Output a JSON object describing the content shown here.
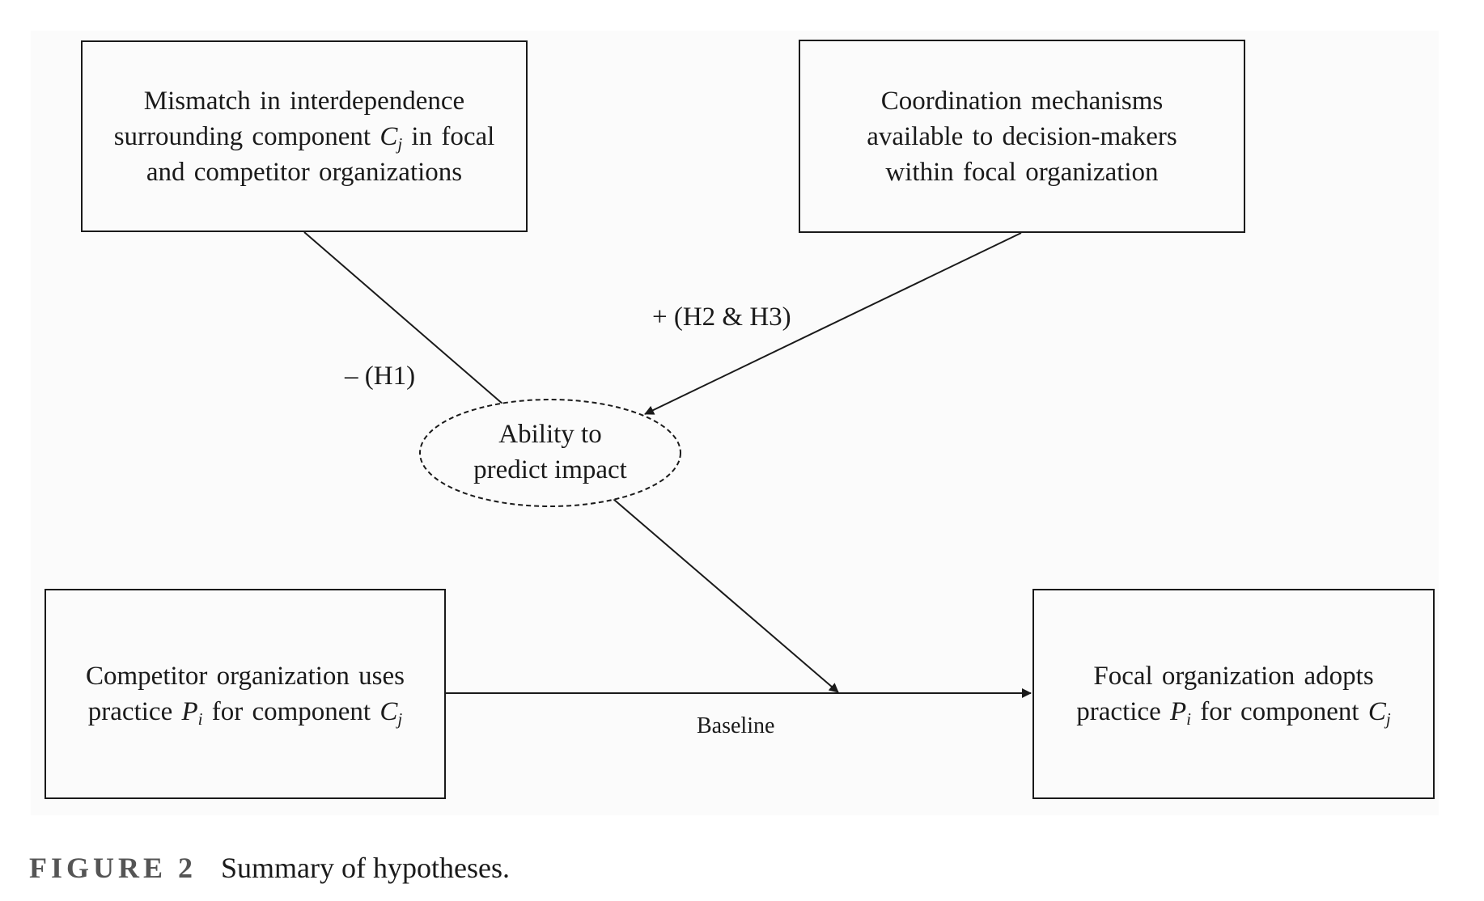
{
  "diagram": {
    "nodes": {
      "mismatch": {
        "line1": "Mismatch in interdependence",
        "line2_before": "surrounding component ",
        "line2_var": "C",
        "line2_sub": "j",
        "line2_after": " in focal",
        "line3": "and competitor organizations"
      },
      "coordination": {
        "line1": "Coordination mechanisms",
        "line2": "available to decision-makers",
        "line3": "within focal organization"
      },
      "ability": {
        "line1": "Ability to",
        "line2": "predict impact"
      },
      "competitor": {
        "line1": "Competitor organization uses",
        "line2_before": "practice ",
        "line2_var1": "P",
        "line2_sub1": "i",
        "line2_mid": " for component ",
        "line2_var2": "C",
        "line2_sub2": "j"
      },
      "focal": {
        "line1": "Focal organization adopts",
        "line2_before": "practice ",
        "line2_var1": "P",
        "line2_sub1": "i",
        "line2_mid": " for component ",
        "line2_var2": "C",
        "line2_sub2": "j"
      }
    },
    "edges": {
      "h1_label": "– (H1)",
      "h2h3_label": "+ (H2 & H3)",
      "baseline_label": "Baseline"
    }
  },
  "caption": {
    "label": "FIGURE 2",
    "text": "Summary of hypotheses."
  }
}
